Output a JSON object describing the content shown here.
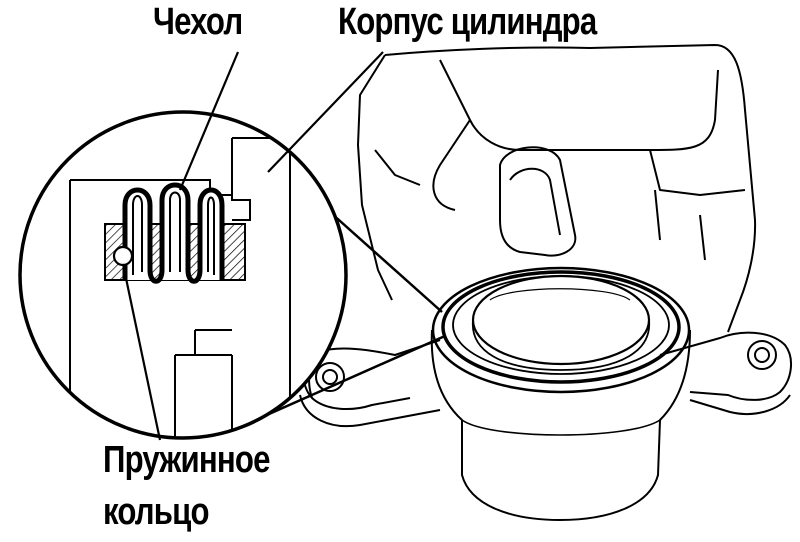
{
  "labels": {
    "boot": "Чехол",
    "cylinder_body": "Корпус цилиндра",
    "spring_ring_line1": "Пружинное",
    "spring_ring_line2": "кольцо"
  },
  "colors": {
    "ink": "#000000",
    "background": "#ffffff"
  }
}
